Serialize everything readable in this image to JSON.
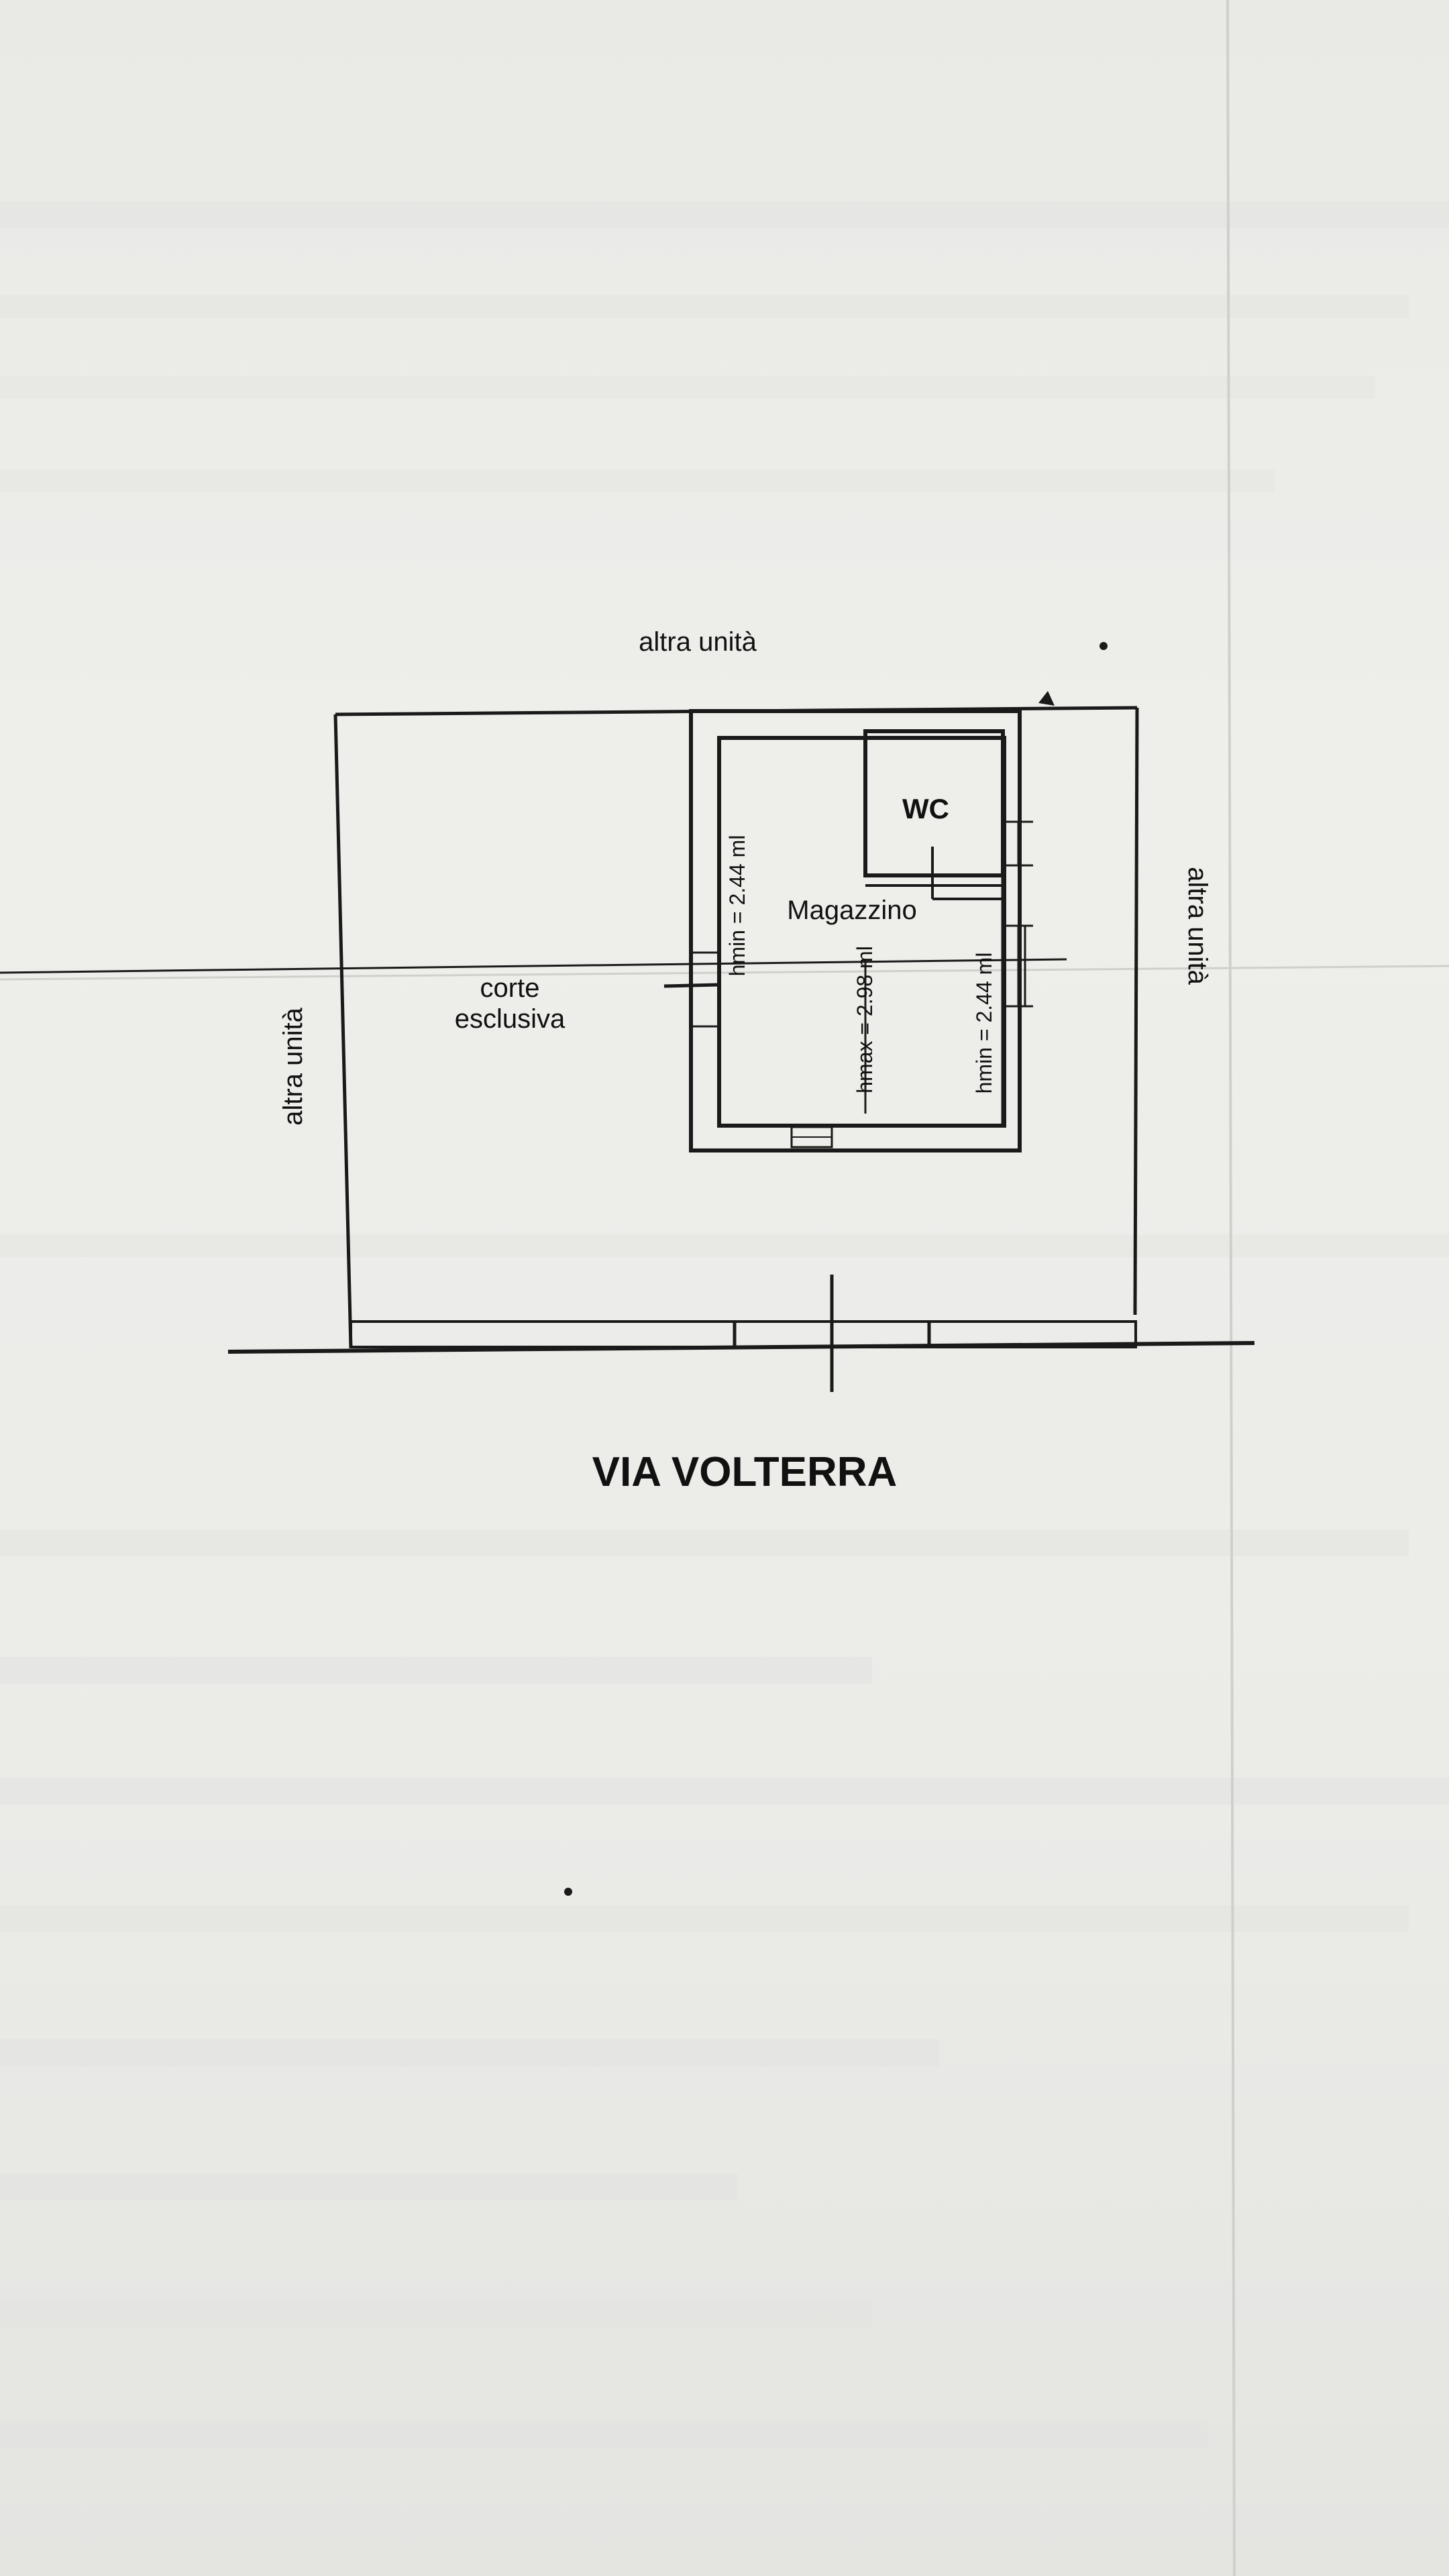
{
  "plan": {
    "labels": {
      "top_neighbor": "altra unità",
      "right_neighbor": "altra unità",
      "left_neighbor": "altra unità",
      "courtyard_line1": "corte",
      "courtyard_line2": "esclusiva",
      "wc": "WC",
      "storage": "Magazzino",
      "h_left": "hmin = 2.44 ml",
      "h_center": "hmax = 2.98 ml",
      "h_right": "hmin = 2.44 ml"
    },
    "street": "VIA VOLTERRA"
  },
  "colors": {
    "paper": "#ecece9",
    "ink": "#111111",
    "faded_text": "#c9c9c6"
  }
}
